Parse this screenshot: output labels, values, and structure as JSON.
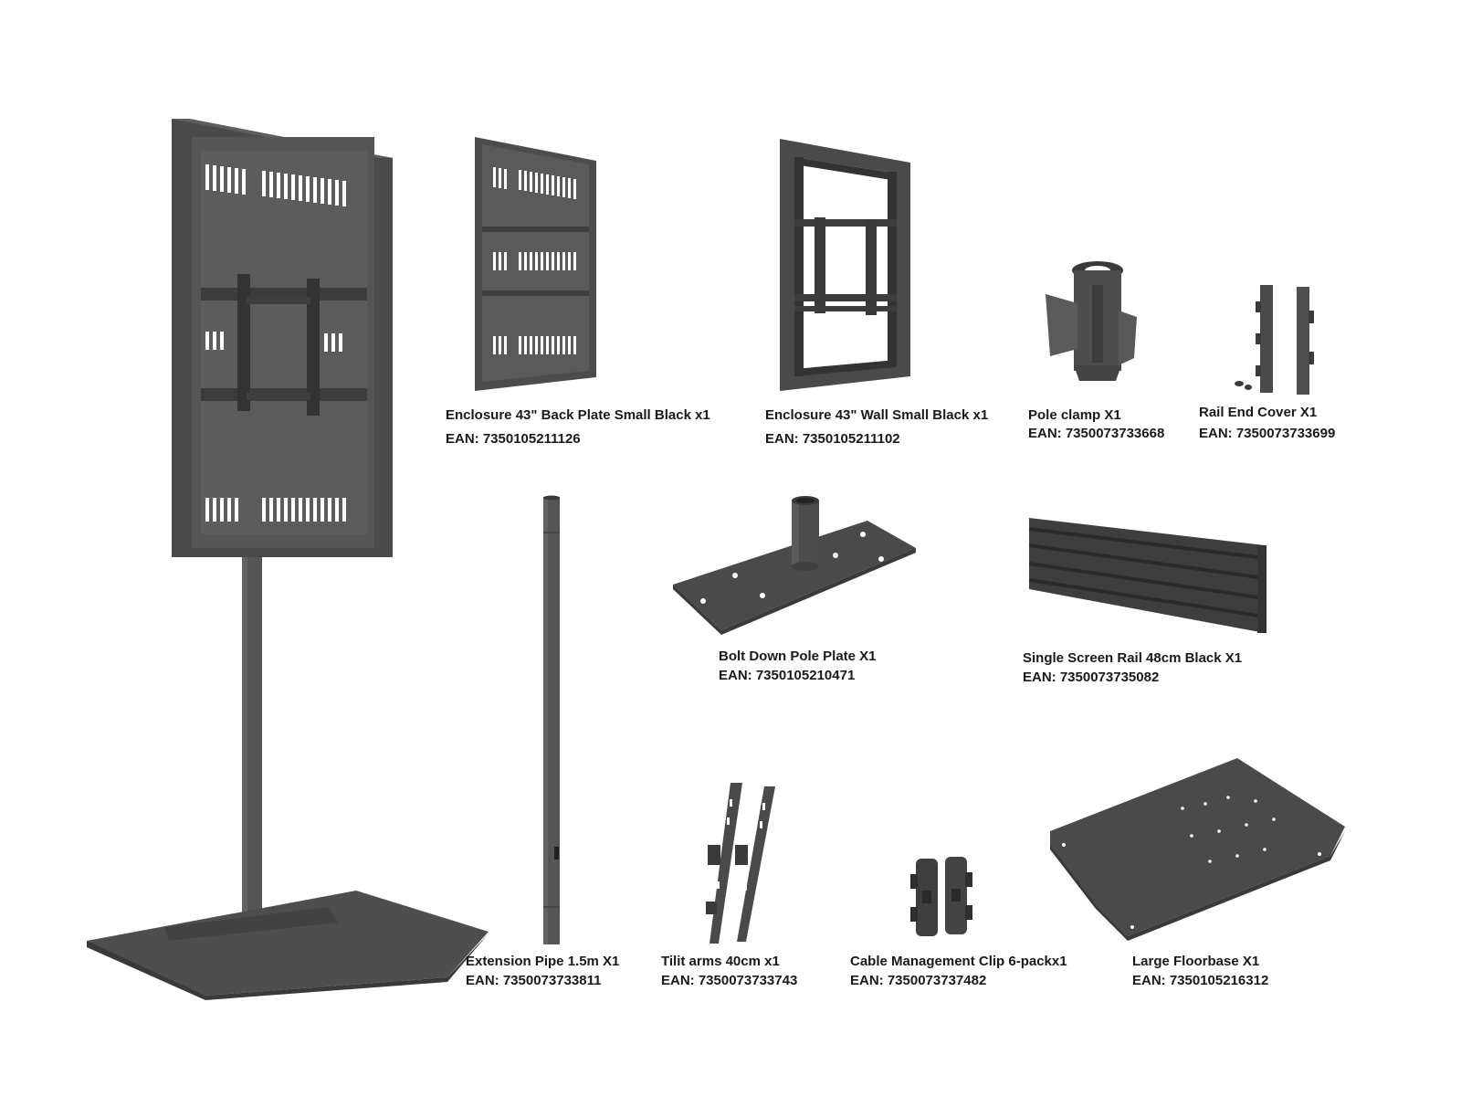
{
  "colors": {
    "metal": "#505050",
    "metal_dark": "#3a3a3a",
    "metal_light": "#6a6a6a",
    "text": "#1a1a1a"
  },
  "parts": {
    "back_plate": {
      "name": "Enclosure 43\" Back Plate Small Black x1",
      "ean": "EAN: 7350105211126"
    },
    "wall": {
      "name": "Enclosure 43\" Wall Small Black x1",
      "ean": "EAN: 7350105211102"
    },
    "pole_clamp": {
      "name": "Pole clamp X1",
      "ean": "EAN: 7350073733668"
    },
    "rail_end_cover": {
      "name": "Rail End Cover X1",
      "ean": "EAN: 7350073733699"
    },
    "bolt_down_plate": {
      "name": "Bolt Down Pole Plate X1",
      "ean": "EAN: 7350105210471"
    },
    "screen_rail": {
      "name": "Single Screen Rail 48cm Black X1",
      "ean": "EAN: 7350073735082"
    },
    "extension_pipe": {
      "name": "Extension Pipe 1.5m  X1",
      "ean": "EAN: 7350073733811"
    },
    "tilit_arms": {
      "name": "Tilit arms 40cm x1",
      "ean": "EAN: 7350073733743"
    },
    "cable_clip": {
      "name": "Cable Management Clip 6-packx1",
      "ean": "EAN: 7350073737482"
    },
    "floorbase": {
      "name": "Large Floorbase X1",
      "ean": "EAN: 7350105216312"
    }
  }
}
